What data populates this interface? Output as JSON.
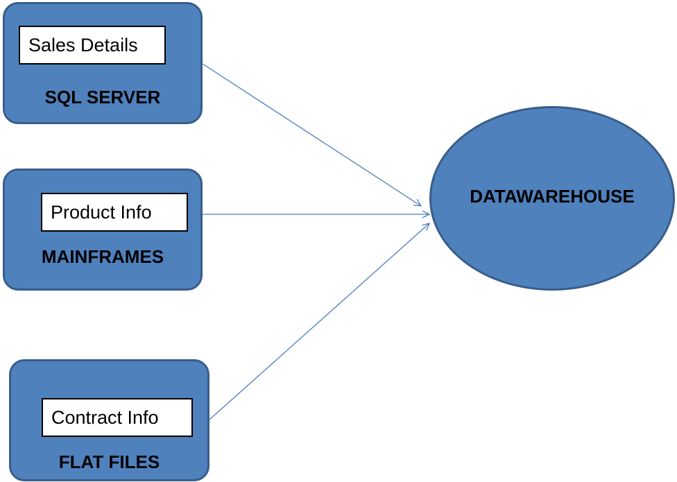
{
  "sources": [
    {
      "label": "Sales Details",
      "system": "SQL SERVER"
    },
    {
      "label": "Product Info",
      "system": "MAINFRAMES"
    },
    {
      "label": "Contract Info",
      "system": "FLAT FILES"
    }
  ],
  "target": {
    "label": "DATAWAREHOUSE"
  },
  "colors": {
    "shape_fill": "#4f81bd",
    "shape_border": "#385d8a",
    "connector": "#4a7ebb"
  }
}
